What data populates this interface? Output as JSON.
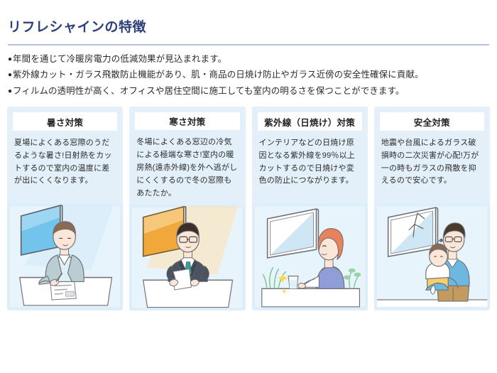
{
  "header": {
    "title": "リフレシャインの特徴",
    "title_color": "#2e4079",
    "rule_color": "#b9c0de"
  },
  "bullets": {
    "marker": "●",
    "items": [
      "年間を通じて冷暖房電力の低減効果が見込まれます。",
      "紫外線カット・ガラス飛散防止機能があり、肌・商品の日焼け防止やガラス近傍の安全性確保に貢献。",
      "フィルムの透明性が高く、オフィスや居住空間に施工しても室内の明るさを保つことができます。"
    ]
  },
  "cards": [
    {
      "title": "暑さ対策",
      "body": "夏場によくある窓際のうだるような暑さ!日射熱をカットするので室内の温度に差が出にくくなります。",
      "illustration": "man-writing-at-desk-blue-window",
      "accent": "#5bb8e8"
    },
    {
      "title": "寒さ対策",
      "body": "冬場によくある窓辺の冷気による極端な寒さ!室内の暖房熱(遠赤外線)を外へ逃がしにくくするので冬の窓際もあたたか。",
      "illustration": "businessman-with-warm-orange-window",
      "accent": "#f0a93c"
    },
    {
      "title": "紫外線（日焼け）対策",
      "body": "インテリアなどの日焼け原因となる紫外線を99％以上カットするので日焼けや変色の防止につながります。",
      "illustration": "woman-at-table-with-plants-window",
      "accent": "#8fa8d8"
    },
    {
      "title": "安全対策",
      "body": "地震や台風によるガラス破損時の二次災害が心配!万が一の時もガラスの飛散を抑えるので安心です。",
      "illustration": "father-holding-baby-cracked-glass",
      "accent": "#7fb7e0"
    }
  ],
  "theme": {
    "page_background": "#ffffff",
    "card_background": "#e3f0f9",
    "card_header_background": "#ffffff",
    "body_text_color": "#2b2b2b"
  }
}
